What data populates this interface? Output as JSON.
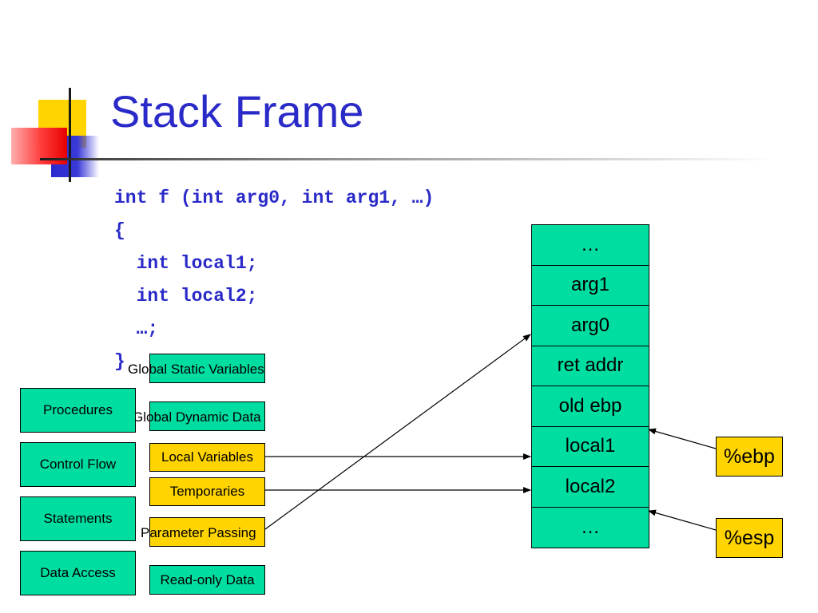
{
  "slide": {
    "title": "Stack Frame",
    "code_lines": [
      "int f (int arg0, int arg1, …)",
      "{",
      "  int local1;",
      "  int local2;",
      "  …;",
      "}"
    ]
  },
  "stack": {
    "cells": [
      "…",
      "arg1",
      "arg0",
      "ret addr",
      "old ebp",
      "local1",
      "local2",
      "…"
    ]
  },
  "registers": {
    "ebp": "%ebp",
    "esp": "%esp"
  },
  "left_boxes": [
    "Procedures",
    "Control Flow",
    "Statements",
    "Data Access"
  ],
  "middle_boxes": {
    "global_static": "Global Static Variables",
    "global_dynamic": "Global Dynamic Data",
    "local_variables": "Local Variables",
    "temporaries": "Temporaries",
    "parameter_passing": "Parameter Passing",
    "read_only": "Read-only Data"
  },
  "colors": {
    "title_blue": "#2a2ac8",
    "cell_green": "#00dda0",
    "box_yellow": "#ffd400"
  }
}
